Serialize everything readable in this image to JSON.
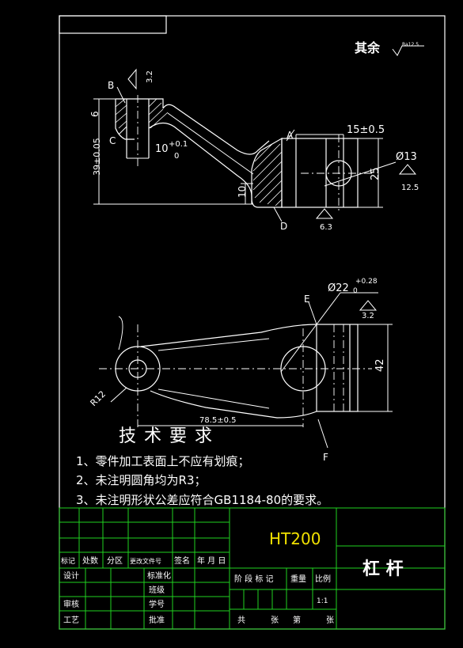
{
  "drawing": {
    "rest_finish": "其余",
    "rest_finish_value": "Ra12.5",
    "labels": {
      "A": "A",
      "B": "B",
      "C": "C",
      "D": "D",
      "E": "E",
      "F": "F"
    },
    "roughness": {
      "top": "3.2",
      "right": "12.5",
      "bottom": "6.3",
      "hole": "3.2"
    },
    "dims": {
      "d_15": "15±0.5",
      "d_13": "Ø13",
      "d_25": "25",
      "d_10tol_main": "10",
      "d_10tol_up": "+0.1",
      "d_10tol_low": "0",
      "d_10": "10",
      "d_6": "6",
      "d_39": "39±0.05",
      "d_22_main": "Ø22",
      "d_22_up": "+0.28",
      "d_22_low": "0",
      "d_42": "42",
      "d_785": "78.5±0.5",
      "d_r12": "R12"
    }
  },
  "requirements": {
    "heading": "技术要求",
    "items": [
      "1、零件加工表面上不应有划痕；",
      "2、未注明圆角均为R3；",
      "3、未注明形状公差应符合GB1184-80的要求。"
    ]
  },
  "title_block": {
    "material": "HT200",
    "part_name": "杠 杆",
    "header_row": [
      "标记",
      "处数",
      "分区",
      "更改文件号",
      "签名",
      "年 月 日"
    ],
    "design": "设计",
    "standard": "标准化",
    "review": "审核",
    "process": "工艺",
    "class": "班级",
    "student_no": "学号",
    "approve": "批准",
    "stage_headers": [
      "阶 段 标 记",
      "重量",
      "比例"
    ],
    "scale": "1:1",
    "sheet_text": [
      "共",
      "张",
      "第",
      "张"
    ]
  }
}
